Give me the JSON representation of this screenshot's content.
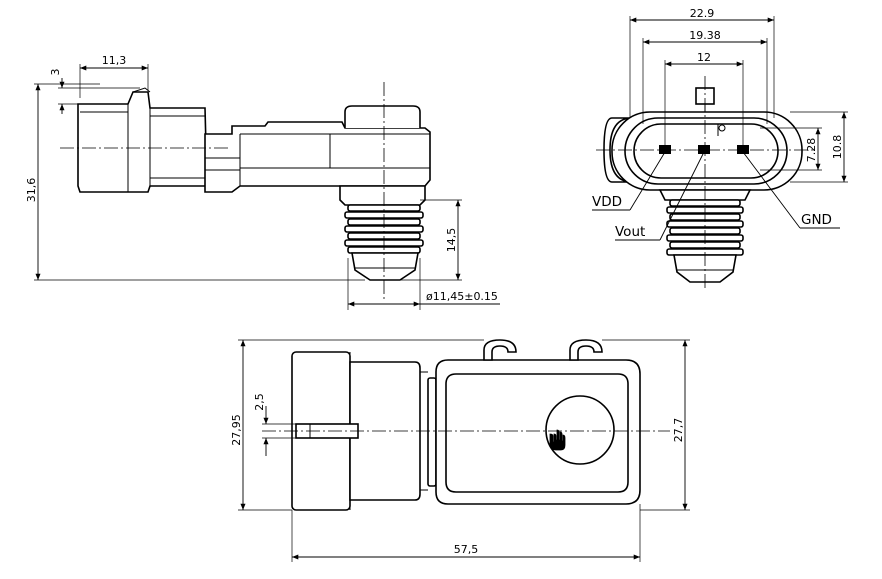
{
  "side_view": {
    "dims": {
      "d_11_3": "11,3",
      "d_3": "3",
      "d_31_6": "31,6",
      "d_14_5": "14,5",
      "d_dia": "ø11,45±0.15"
    }
  },
  "front_view": {
    "dims": {
      "d_22_9": "22.9",
      "d_19_38": "19.38",
      "d_12": "12",
      "d_7_28": "7.28",
      "d_10_8": "10.8"
    },
    "pins": {
      "vdd": "VDD",
      "vout": "Vout",
      "gnd": "GND"
    }
  },
  "top_view": {
    "dims": {
      "d_2_5": "2,5",
      "d_27_95": "27,95",
      "d_27_7": "27,7",
      "d_57_5": "57,5"
    }
  }
}
